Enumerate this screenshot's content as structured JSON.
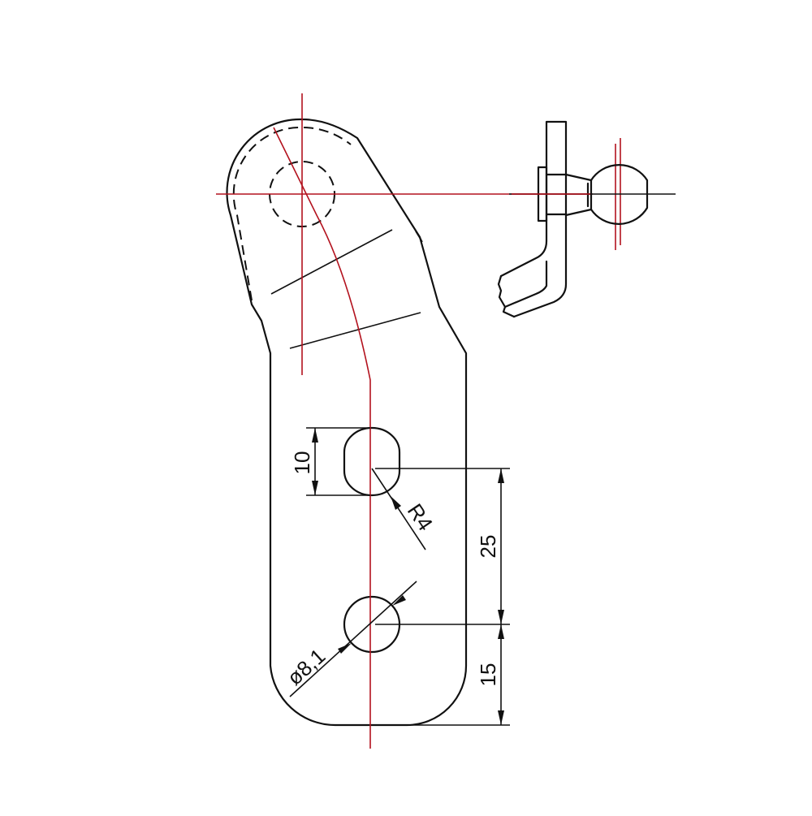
{
  "drawing": {
    "type": "technical-drawing",
    "subject": "bracket lever with ball stud",
    "views": [
      "front-view",
      "side-view"
    ],
    "colors": {
      "outline": "#111111",
      "centerline": "#b3121e",
      "background": "#ffffff"
    }
  },
  "dimensions": {
    "slot_height": {
      "label": "10",
      "orientation": "vertical"
    },
    "slot_radius": {
      "label": "R4",
      "orientation": "leader"
    },
    "slot_to_hole": {
      "label": "25",
      "orientation": "vertical"
    },
    "hole_diameter": {
      "label": "ø8,1",
      "orientation": "leader"
    },
    "hole_to_bottom": {
      "label": "15",
      "orientation": "vertical"
    }
  }
}
